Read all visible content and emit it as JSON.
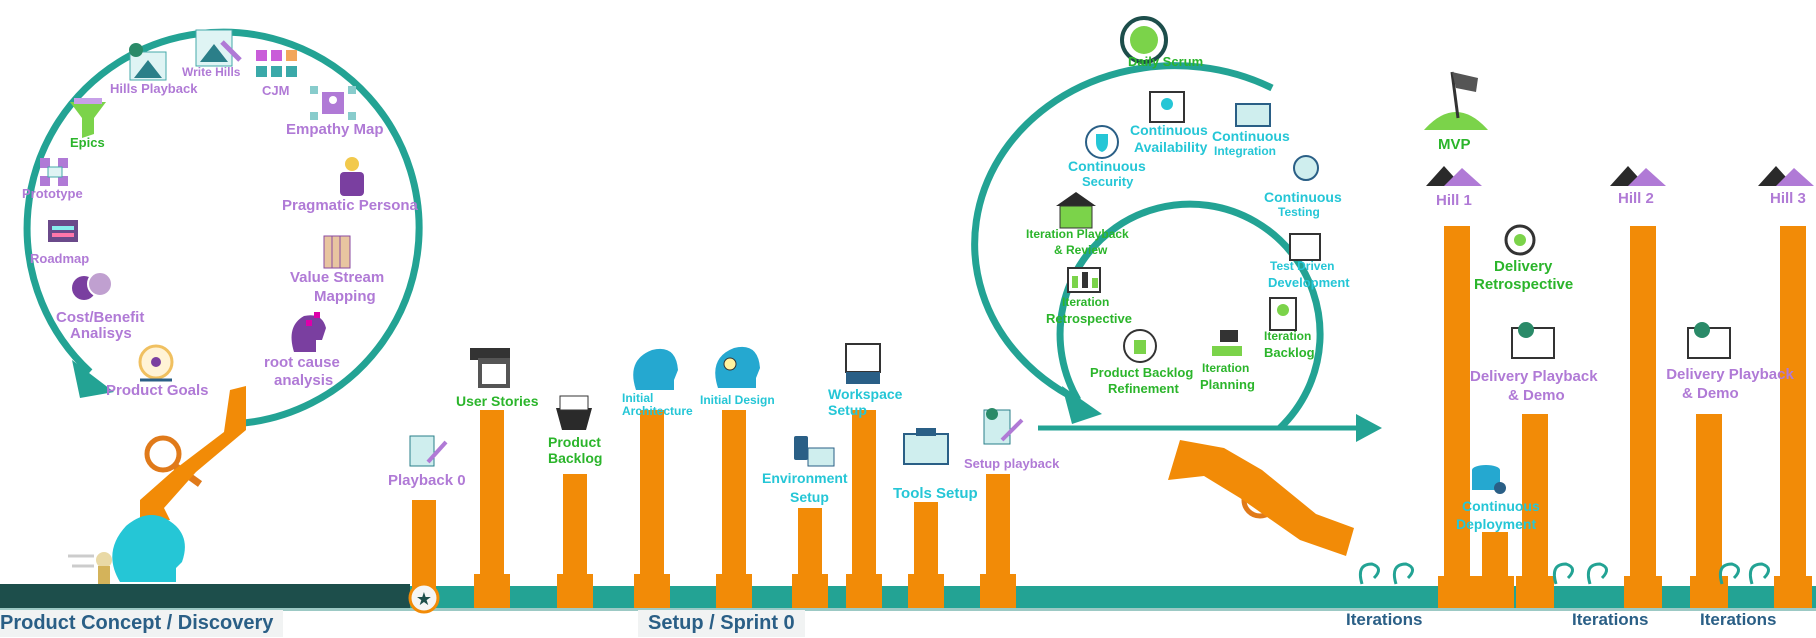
{
  "colors": {
    "teal": "#23a394",
    "dark_teal": "#1d4e4b",
    "orange": "#f28b07",
    "purple": "#b07ad6",
    "green": "#2bb52b",
    "cyan": "#25c6d6",
    "navy": "#2a5f86"
  },
  "discovery": {
    "items": [
      {
        "key": "hills_playback",
        "label": "Hills Playback",
        "icon": "map-pin-mountain-icon"
      },
      {
        "key": "write_hills",
        "label": "Write Hills",
        "icon": "mountain-pencil-icon"
      },
      {
        "key": "cjm",
        "label": "CJM",
        "icon": "grid-squares-icon"
      },
      {
        "key": "empathy_map",
        "label": "Empathy  Map",
        "icon": "empathy-network-icon"
      },
      {
        "key": "epics",
        "label": "Epics",
        "icon": "funnel-icon"
      },
      {
        "key": "prototype",
        "label": "Prototype",
        "icon": "flowchart-icon"
      },
      {
        "key": "pragmatic_persona",
        "label": "Pragmatic  Persona",
        "icon": "person-icon"
      },
      {
        "key": "roadmap",
        "label": "Roadmap",
        "icon": "calendar-icon"
      },
      {
        "key": "value_stream_1",
        "label": "Value Stream",
        "icon": "value-stream-icon"
      },
      {
        "key": "value_stream_2",
        "label": "Mapping",
        "icon": ""
      },
      {
        "key": "cost_benefit_1",
        "label": "Cost/Benefit",
        "icon": "heads-icon"
      },
      {
        "key": "cost_benefit_2",
        "label": "Analisys",
        "icon": ""
      },
      {
        "key": "root_cause_1",
        "label": "root cause",
        "icon": "head-puzzle-icon"
      },
      {
        "key": "root_cause_2",
        "label": "analysis",
        "icon": ""
      },
      {
        "key": "product_goals",
        "label": "Product  Goals",
        "icon": "target-icon"
      }
    ]
  },
  "setup": {
    "items": [
      {
        "key": "playback0",
        "label": "Playback 0",
        "color": "purple"
      },
      {
        "key": "user_stories",
        "label": "User  Stories",
        "color": "green"
      },
      {
        "key": "product_backlog_1",
        "label": "Product",
        "color": "green"
      },
      {
        "key": "product_backlog_2",
        "label": "Backlog",
        "color": "green"
      },
      {
        "key": "initial_arch_1",
        "label": "Initial",
        "color": "cyan"
      },
      {
        "key": "initial_arch_2",
        "label": "Architecture",
        "color": "cyan"
      },
      {
        "key": "initial_design",
        "label": "Initial Design",
        "color": "cyan"
      },
      {
        "key": "env_setup_1",
        "label": "Environment",
        "color": "cyan"
      },
      {
        "key": "env_setup_2",
        "label": "Setup",
        "color": "cyan"
      },
      {
        "key": "workspace_1",
        "label": "Workspace",
        "color": "cyan"
      },
      {
        "key": "workspace_2",
        "label": "Setup",
        "color": "cyan"
      },
      {
        "key": "tools_setup",
        "label": "Tools  Setup",
        "color": "cyan"
      },
      {
        "key": "setup_playback",
        "label": "Setup playback",
        "color": "purple"
      }
    ]
  },
  "iteration": {
    "daily_scrum": "Daily Scrum",
    "items": [
      {
        "key": "cont_avail_1",
        "label": "Continuous"
      },
      {
        "key": "cont_avail_2",
        "label": "Availability"
      },
      {
        "key": "cont_int_1",
        "label": "Continuous"
      },
      {
        "key": "cont_int_2",
        "label": "Integration"
      },
      {
        "key": "cont_sec_1",
        "label": "Continuous"
      },
      {
        "key": "cont_sec_2",
        "label": "Security"
      },
      {
        "key": "cont_test_1",
        "label": "Continuous"
      },
      {
        "key": "cont_test_2",
        "label": "Testing"
      },
      {
        "key": "iter_playback_1",
        "label": "Iteration  Playback"
      },
      {
        "key": "iter_playback_2",
        "label": "& Review"
      },
      {
        "key": "tdd_1",
        "label": "Test Driven"
      },
      {
        "key": "tdd_2",
        "label": "Development"
      },
      {
        "key": "iter_retro_1",
        "label": "Iteration"
      },
      {
        "key": "iter_retro_2",
        "label": "Retrospective"
      },
      {
        "key": "iter_backlog_1",
        "label": "Iteration"
      },
      {
        "key": "iter_backlog_2",
        "label": "Backlog"
      },
      {
        "key": "pb_refine_1",
        "label": "Product  Backlog"
      },
      {
        "key": "pb_refine_2",
        "label": "Refinement"
      },
      {
        "key": "iter_planning_1",
        "label": "Iteration"
      },
      {
        "key": "iter_planning_2",
        "label": "Planning"
      }
    ]
  },
  "delivery": {
    "mvp": "MVP",
    "hill1": "Hill 1",
    "hill2": "Hill 2",
    "hill3": "Hill 3",
    "delivery_retro_1": "Delivery",
    "delivery_retro_2": "Retrospective",
    "delivery_playback_a1": "Delivery  Playback",
    "delivery_playback_a2": "& Demo",
    "delivery_playback_b1": "Delivery  Playback",
    "delivery_playback_b2": "& Demo",
    "cont_deploy_1": "Continuous",
    "cont_deploy_2": "Deployment"
  },
  "phases": {
    "discovery": "Product Concept / Discovery",
    "setup": "Setup / Sprint 0",
    "iterations": "Iterations"
  }
}
